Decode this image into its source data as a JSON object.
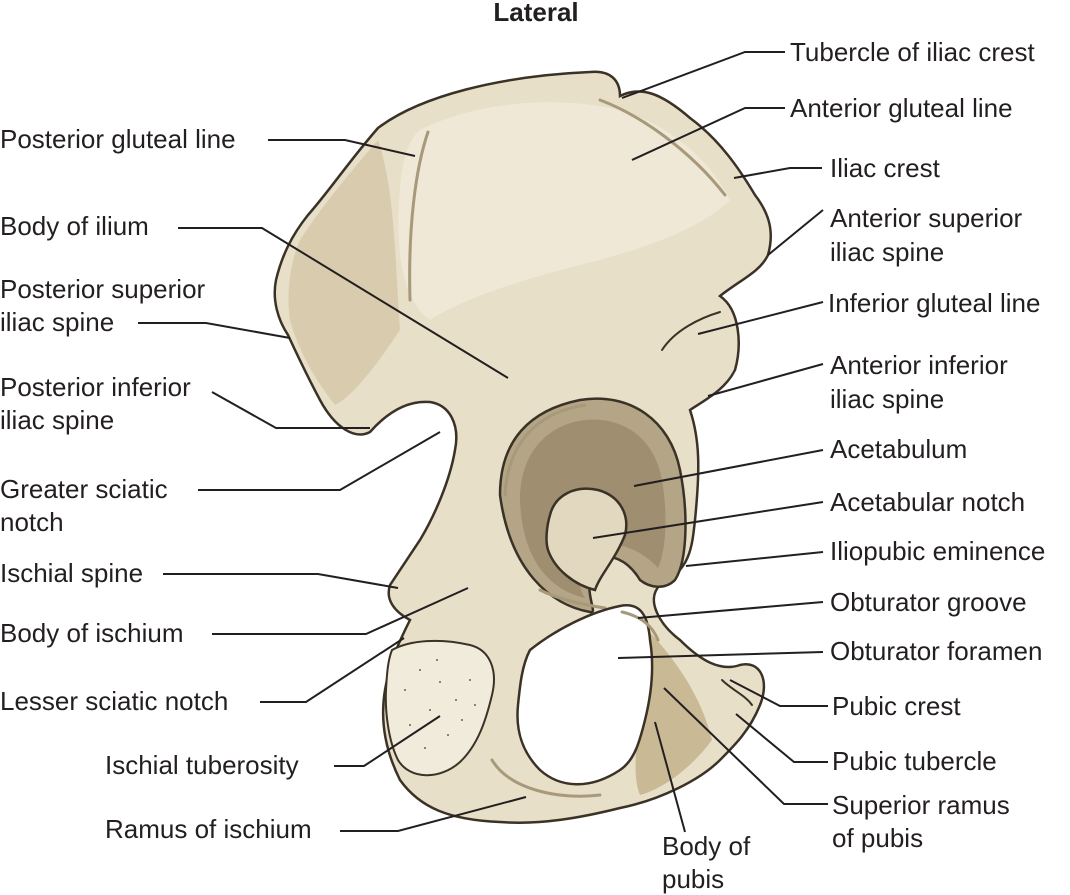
{
  "title": "Lateral",
  "labels": {
    "tubercle_iliac_crest": "Tubercle of iliac crest",
    "anterior_gluteal_line": "Anterior gluteal line",
    "iliac_crest": "Iliac crest",
    "asis_1": "Anterior superior",
    "asis_2": "iliac spine",
    "inferior_gluteal_line": "Inferior gluteal line",
    "aiis_1": "Anterior inferior",
    "aiis_2": "iliac spine",
    "acetabulum": "Acetabulum",
    "acetabular_notch": "Acetabular notch",
    "iliopubic_eminence": "Iliopubic eminence",
    "obturator_groove": "Obturator groove",
    "obturator_foramen": "Obturator foramen",
    "pubic_crest": "Pubic crest",
    "pubic_tubercle": "Pubic tubercle",
    "superior_ramus_1": "Superior ramus",
    "superior_ramus_2": "of pubis",
    "body_pubis_1": "Body of",
    "body_pubis_2": "pubis",
    "posterior_gluteal_line": "Posterior gluteal line",
    "body_ilium": "Body of ilium",
    "psis_1": "Posterior superior",
    "psis_2": "iliac spine",
    "piis_1": "Posterior inferior",
    "piis_2": "iliac spine",
    "greater_sciatic_1": "Greater sciatic",
    "greater_sciatic_2": "notch",
    "ischial_spine": "Ischial spine",
    "body_ischium": "Body of ischium",
    "lesser_sciatic_notch": "Lesser sciatic notch",
    "ischial_tuberosity": "Ischial tuberosity",
    "ramus_ischium": "Ramus of ischium"
  },
  "colors": {
    "bone": "#e8dfc9",
    "acetabulum": "#b4a587",
    "outline": "#3a3226"
  }
}
